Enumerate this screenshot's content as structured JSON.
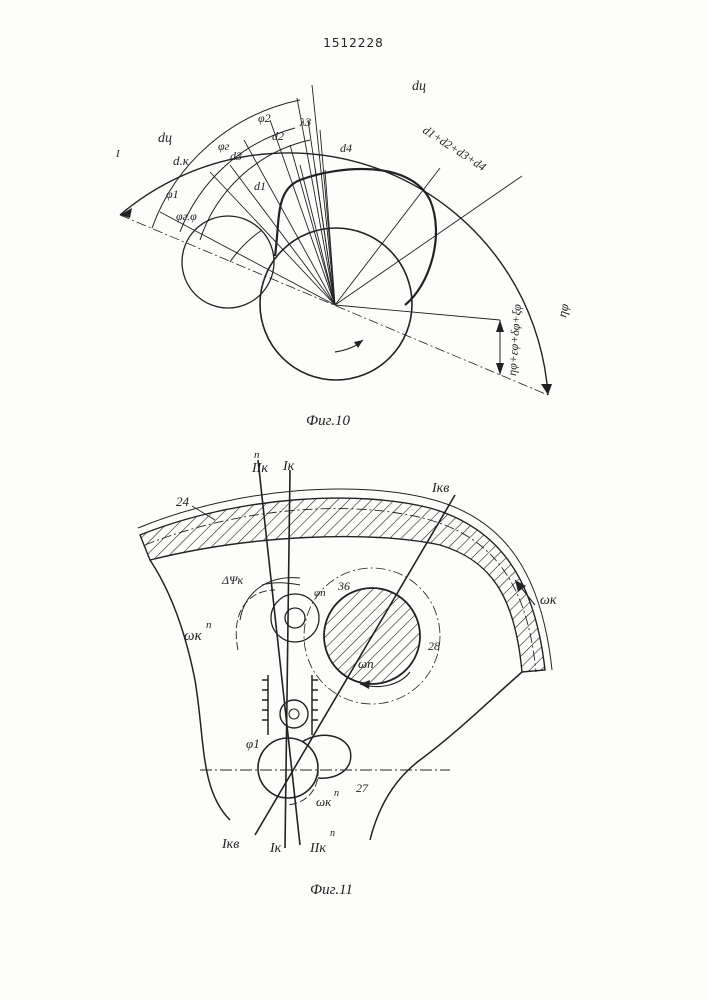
{
  "document": {
    "patent_number": "1512228",
    "fig10": {
      "caption": "Фиг.10",
      "labels": {
        "d_c_left": "dц",
        "d_c_right": "dц",
        "d_k": "d.к",
        "phi1": "φ1",
        "phi_r_phi": "φг.φ",
        "phi_r": "φг",
        "phi2": "φ2",
        "d3": "d3",
        "d2": "d2",
        "lambda3": "λ3",
        "d4": "d4",
        "d1": "d1",
        "sum_d": "d1+d2+d3+d4",
        "n_phi": "ηφ",
        "sum_phi": "ηφ+εφ+δφ+ξφ",
        "mark_i": "I"
      }
    },
    "fig11": {
      "caption": "Фиг.11",
      "labels": {
        "II_K_top": "IIк",
        "n_sup_top": "n",
        "I_K_top": "Iк",
        "I_KV_top": "Iкв",
        "num24": "24",
        "delta_psi": "ΔΨк",
        "phi_n": "φп",
        "num36": "36",
        "omega_K_n": "ωк",
        "omega_K_n_sup": "n",
        "num28": "28",
        "omega_n": "ωn",
        "omega_K": "ωк",
        "phi1": "φ1",
        "num27": "27",
        "omega_K_n_low": "ωк",
        "omega_K_n_low_sup": "n",
        "I_KV_bot": "Iкв",
        "I_K_bot": "Iк",
        "II_K_bot": "IIк",
        "n_sup_bot": "n"
      }
    }
  }
}
